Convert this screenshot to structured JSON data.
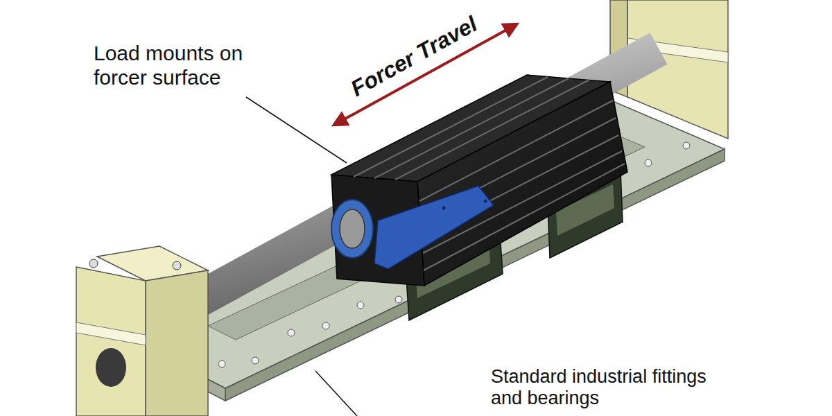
{
  "diagram": {
    "labels": [
      "Forcer Travel",
      "Load mounts on forcer surface",
      "Standard industrial fittings and bearings"
    ]
  }
}
